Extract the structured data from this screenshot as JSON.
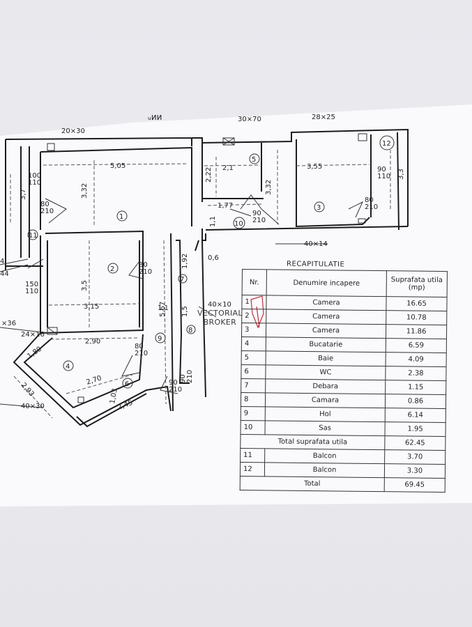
{
  "recap": {
    "title": "RECAPITULATIE",
    "headers": {
      "nr": "Nr.",
      "name": "Denumire incapere",
      "area": "Suprafata utila (mp)"
    },
    "rooms": [
      {
        "nr": "1",
        "name": "Camera",
        "area": "16.65"
      },
      {
        "nr": "2",
        "name": "Camera",
        "area": "10.78"
      },
      {
        "nr": "3",
        "name": "Camera",
        "area": "11.86"
      },
      {
        "nr": "4",
        "name": "Bucatarie",
        "area": "6.59"
      },
      {
        "nr": "5",
        "name": "Baie",
        "area": "4.09"
      },
      {
        "nr": "6",
        "name": "WC",
        "area": "2.38"
      },
      {
        "nr": "7",
        "name": "Debara",
        "area": "1.15"
      },
      {
        "nr": "8",
        "name": "Camara",
        "area": "0.86"
      },
      {
        "nr": "9",
        "name": "Hol",
        "area": "6.14"
      },
      {
        "nr": "10",
        "name": "Sas",
        "area": "1.95"
      }
    ],
    "subtotal": {
      "label": "Total suprafata utila",
      "area": "62.45"
    },
    "balconies": [
      {
        "nr": "11",
        "name": "Balcon",
        "area": "3.70"
      },
      {
        "nr": "12",
        "name": "Balcon",
        "area": "3.30"
      }
    ],
    "total": {
      "label": "Total",
      "area": "69.45"
    }
  },
  "watermark": {
    "line1": "VECTORIAL",
    "line2": "BROKER"
  },
  "plan": {
    "scribble": "ᵤᴎᴎ",
    "room_numbers": [
      "1",
      "2",
      "3",
      "4",
      "5",
      "6",
      "7",
      "8",
      "9",
      "10",
      "11",
      "12"
    ],
    "dims": {
      "d_20x30": "20×30",
      "d_30x70": "30×70",
      "d_28x25": "28×25",
      "d_505": "5,05",
      "d_332a": "3,32",
      "d_332b": "3,32",
      "d_222": "2,22",
      "d_21": "2,1",
      "d_355": "3,55",
      "d_33": "3,3",
      "d_90_110": "90\n110",
      "d_100_110": "100\n110",
      "d_37": "3,7",
      "d_80_210a": "80\n210",
      "d_80_210b": "80\n210",
      "d_80_210c": "80\n210",
      "d_80_210d": "80\n210",
      "d_90_210a": "90\n210",
      "d_90_210b": "90\n210",
      "d_90_210c": "90\n210",
      "d_177": "1,77",
      "d_11a": "1,1",
      "d_11b": "1,1",
      "d_06": "0,6",
      "d_192": "1,92",
      "d_40x14": "40×14",
      "d_40x10": "40×10",
      "d_150_110": "150\n110",
      "d_35": "3,5",
      "d_315": "3,15",
      "d_567": "5,67",
      "d_15": "1,5",
      "d_36": "×36",
      "d_24x16": "24×16",
      "d_290": "2,90",
      "d_180": "1,80",
      "d_270": "2,70",
      "d_293": "2,93",
      "d_40x30": "40×30",
      "d_103": "1,03",
      "d_245": "2,45",
      "d_44": "44",
      "d_4": "4"
    }
  }
}
